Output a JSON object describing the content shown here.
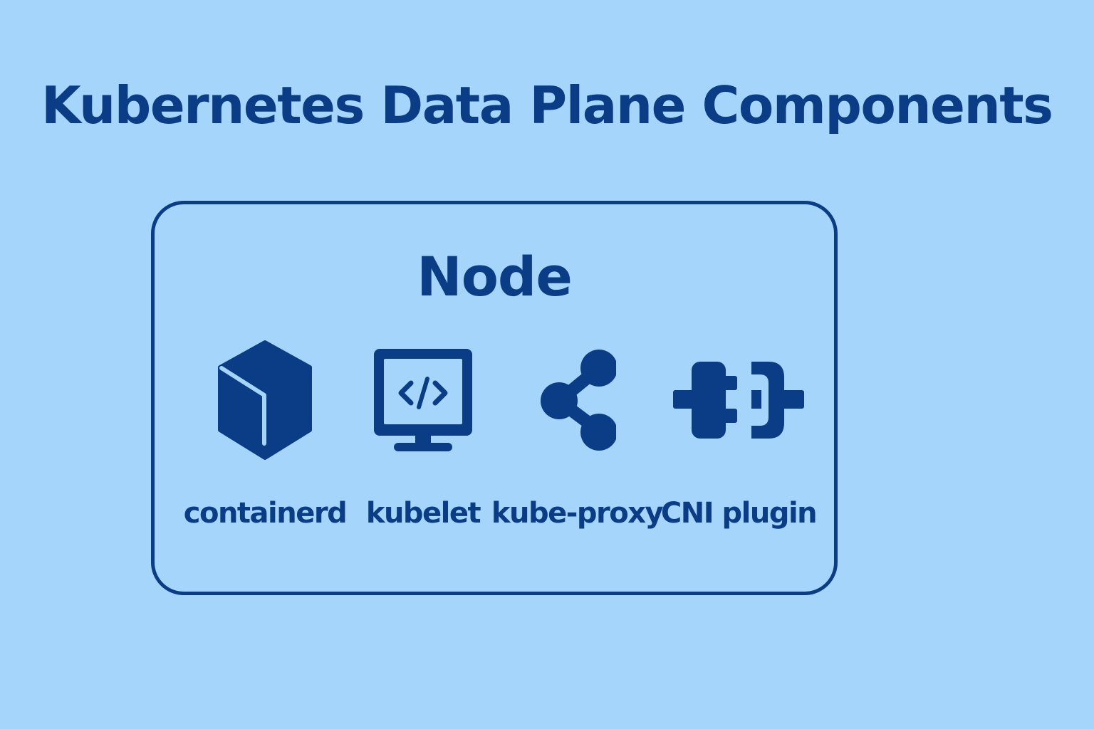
{
  "title": "Kubernetes Data Plane Components",
  "node": {
    "title": "Node",
    "components": [
      {
        "label": "containerd",
        "icon": "cube-icon"
      },
      {
        "label": "kubelet",
        "icon": "code-monitor-icon"
      },
      {
        "label": "kube-proxy",
        "icon": "share-nodes-icon"
      },
      {
        "label": "CNI plugin",
        "icon": "plug-connector-icon"
      }
    ]
  },
  "colors": {
    "background": "#a6d5fb",
    "primary": "#0b3d86"
  }
}
